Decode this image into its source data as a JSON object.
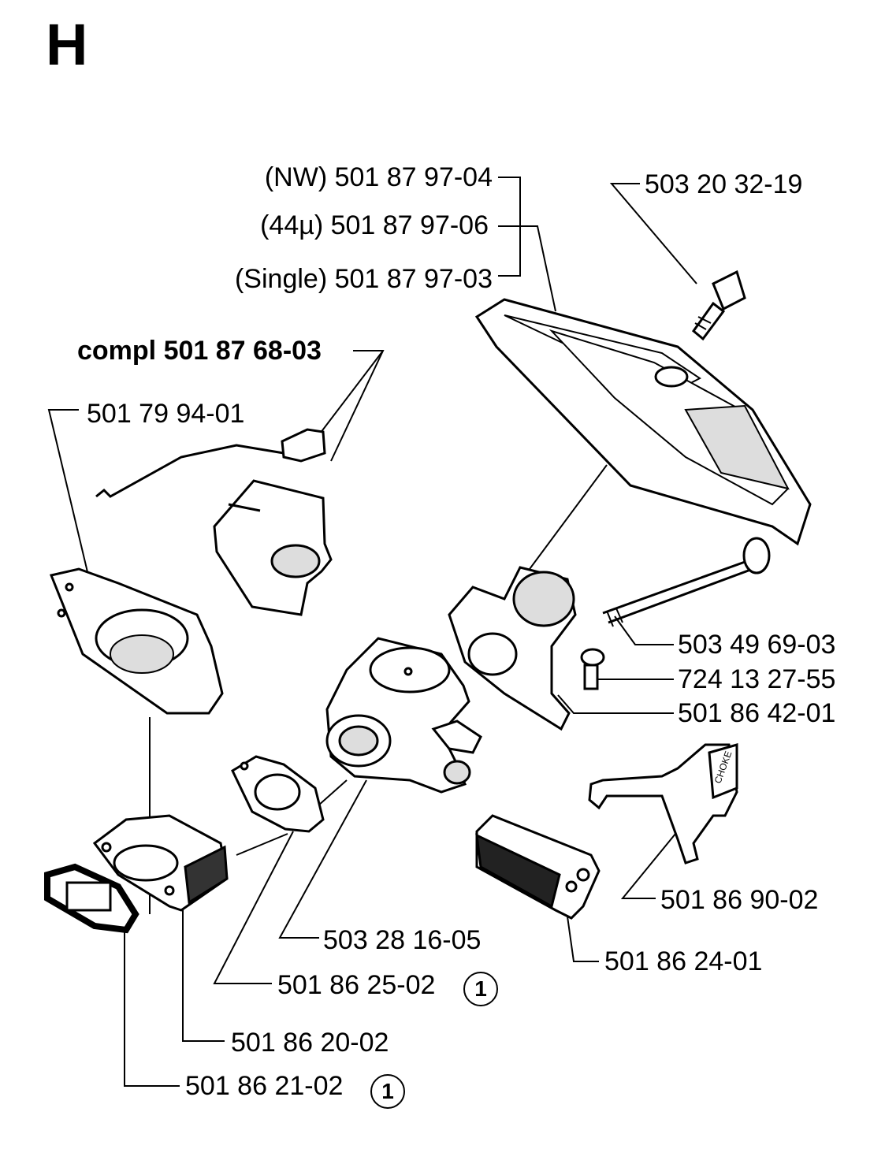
{
  "section": "H",
  "labels": {
    "air_filter_nw": "(NW) 501 87 97-04",
    "air_filter_44": "(44µ) 501 87 97-06",
    "air_filter_single": "(Single) 501 87 97-03",
    "screw_top": "503 20 32-19",
    "compl": "compl 501 87 68-03",
    "rod": "501 79 94-01",
    "long_bolt": "503 49 69-03",
    "screw": "724 13 27-55",
    "nut": "501 86 42-01",
    "choke": "501 86 90-02",
    "carburetor": "503 28 16-05",
    "carb_gasket": "501 86 25-02",
    "insulator": "501 86 20-02",
    "inlet_gasket": "501 86 21-02",
    "filter_block": "501 86 24-01"
  },
  "ref_marks": {
    "carb_gasket_ref": "1",
    "inlet_gasket_ref": "1"
  },
  "parts": {
    "choke_text": "CHOKE"
  }
}
